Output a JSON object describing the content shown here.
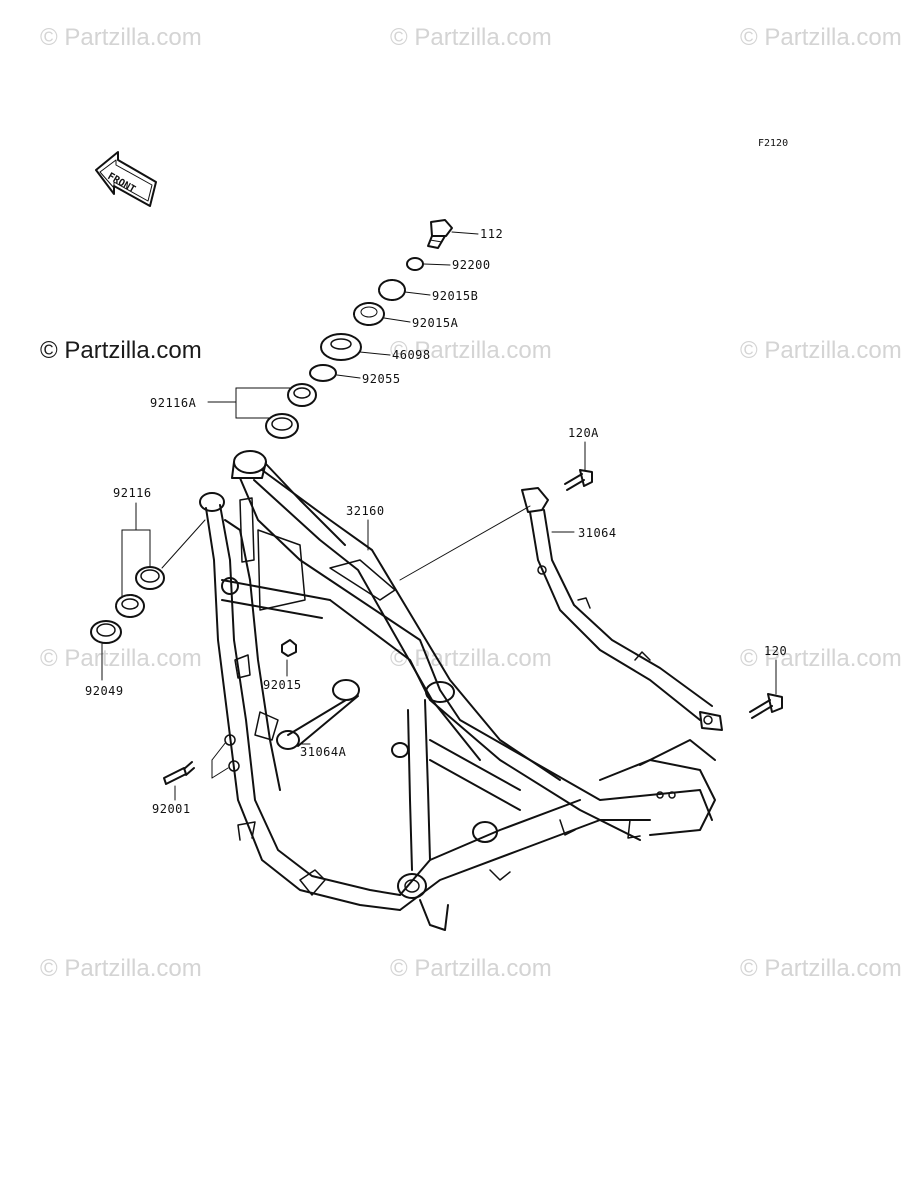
{
  "watermark": "© Partzilla.com",
  "figure_code": "F2120",
  "front_badge": "FRONT",
  "parts": {
    "p112": "112",
    "p92200": "92200",
    "p92015B": "92015B",
    "p92015A": "92015A",
    "p46098": "46098",
    "p92055": "92055",
    "p92116A": "92116A",
    "p92116": "92116",
    "p92049": "92049",
    "p32160": "32160",
    "p120A": "120A",
    "p31064": "31064",
    "p120": "120",
    "p92015": "92015",
    "p31064A": "31064A",
    "p92001": "92001"
  }
}
